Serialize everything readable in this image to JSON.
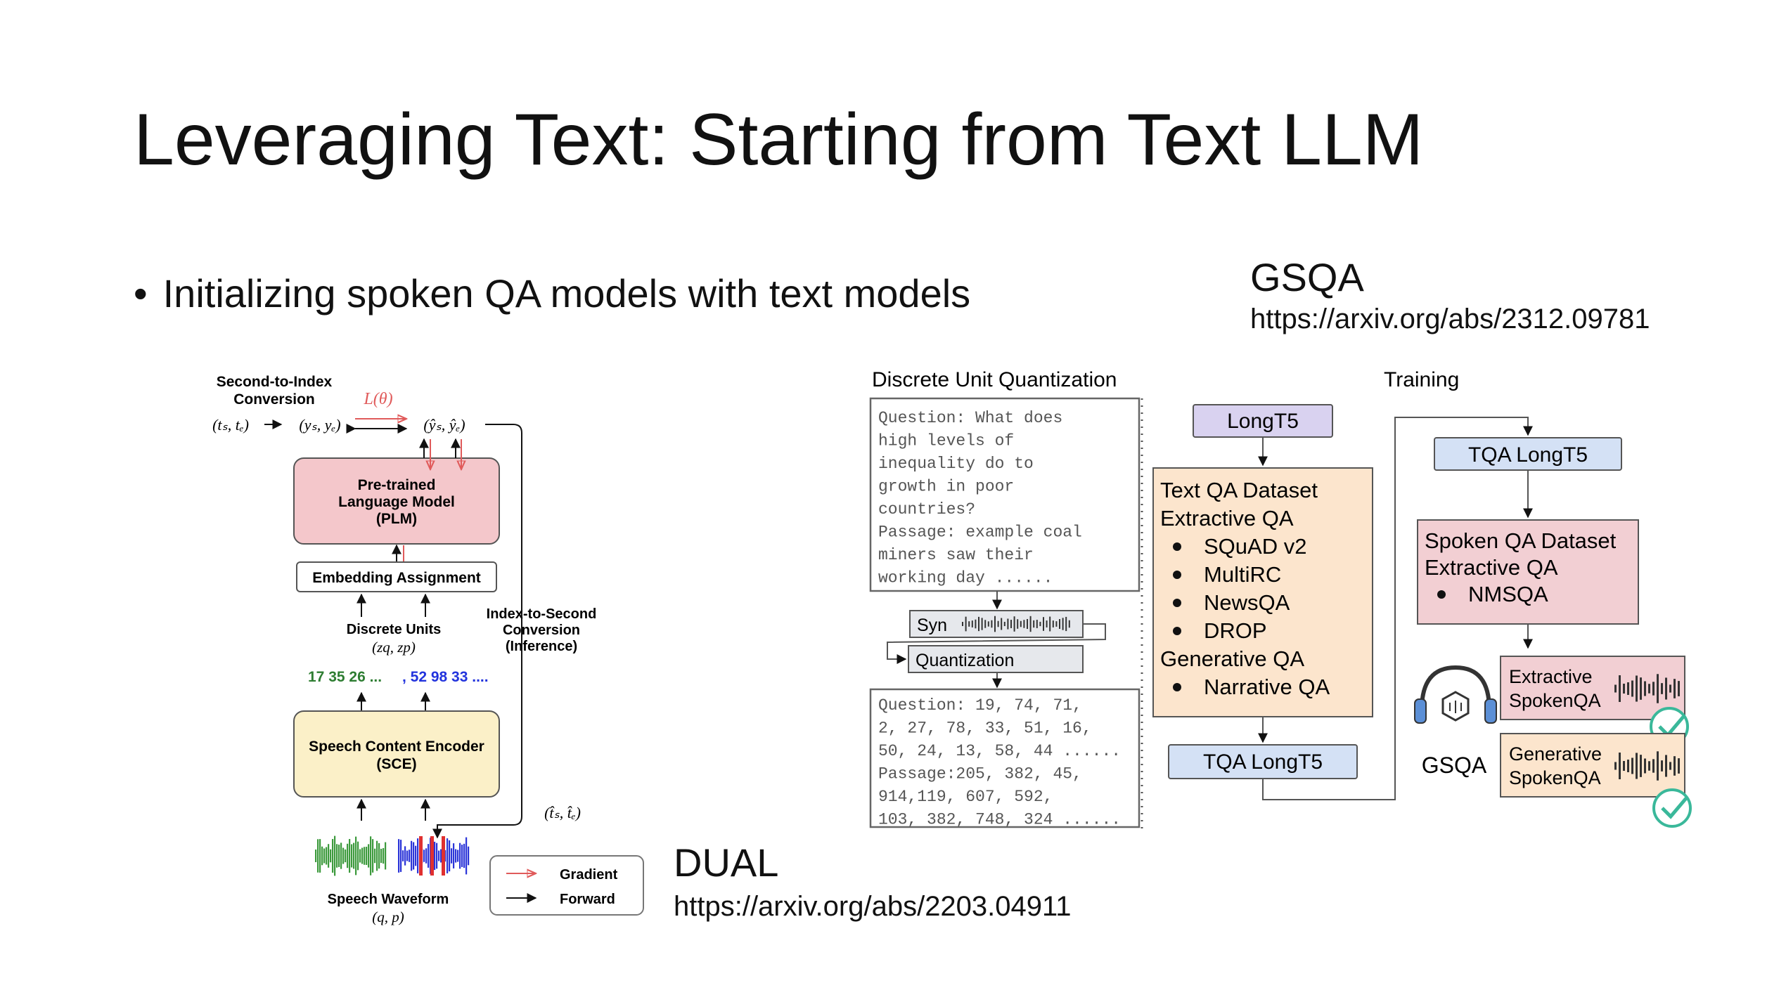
{
  "title": "Leveraging Text: Starting from Text LLM",
  "bullet": "Initializing spoken QA models with text models",
  "refs": {
    "gsqa": {
      "name": "GSQA",
      "url": "https://arxiv.org/abs/2312.09781"
    },
    "dual": {
      "name": "DUAL",
      "url": "https://arxiv.org/abs/2203.04911"
    }
  },
  "dual": {
    "sec2idx_line1": "Second-to-Index",
    "sec2idx_line2": "Conversion",
    "loss": "L(θ)",
    "ts_te": "(tₛ, tₑ)",
    "ys_ye": "(yₛ, yₑ)",
    "yhat": "(ŷₛ, ŷₑ)",
    "plm_line1": "Pre-trained",
    "plm_line2": "Language Model",
    "plm_line3": "(PLM)",
    "embedding": "Embedding Assignment",
    "units_label": "Discrete Units",
    "units_vars": "(zq, zp)",
    "units_green": "17 35 26 ...",
    "units_blue": ", 52 98 33 ....",
    "idx2sec_line1": "Index-to-Second",
    "idx2sec_line2": "Conversion",
    "idx2sec_line3": "(Inference)",
    "sce_line1": "Speech Content Encoder",
    "sce_line2": "(SCE)",
    "that": "(t̂ₛ, t̂ₑ)",
    "waveform_label": "Speech Waveform",
    "waveform_vars": "(q, p)",
    "legend_gradient": "Gradient",
    "legend_forward": "Forward"
  },
  "gsqa": {
    "dq_title": "Discrete Unit Quantization",
    "training_title": "Training",
    "q_text": [
      "Question: What does",
      "high levels of",
      "inequality do to",
      "growth in poor",
      "countries?",
      "Passage: example coal",
      "miners saw their",
      "working day ......"
    ],
    "syn": "Syn",
    "quantization": "Quantization",
    "q_units": [
      "Question: 19, 74, 71,",
      "2, 27, 78, 33, 51, 16,",
      "50, 24, 13, 58, 44 ......",
      "Passage:205, 382, 45,",
      "914,119, 607, 592,",
      "103, 382, 748, 324 ......"
    ],
    "longt5": "LongT5",
    "text_qa": {
      "title": "Text QA Dataset",
      "extractive": "Extractive QA",
      "extractive_items": [
        "SQuAD v2",
        "MultiRC",
        "NewsQA",
        "DROP"
      ],
      "generative": "Generative QA",
      "generative_items": [
        "Narrative QA"
      ]
    },
    "tqa_longt5_bottom": "TQA LongT5",
    "tqa_longt5_top": "TQA LongT5",
    "spoken_qa": {
      "title": "Spoken QA Dataset",
      "extractive": "Extractive QA",
      "items": [
        "NMSQA"
      ]
    },
    "model_name": "GSQA",
    "extractive_spokenqa": [
      "Extractive",
      "SpokenQA"
    ],
    "generative_spokenqa": [
      "Generative",
      "SpokenQA"
    ]
  },
  "colors": {
    "plm_fill": "#f4c7cb",
    "sce_fill": "#fbf0c8",
    "textqa_fill": "#fce5cd",
    "spokenqa_fill": "#f2cfd3",
    "longt5_fill": "#d9d2f0",
    "tqa_fill": "#d4e1f5",
    "gradient": "#e05a5a",
    "green_units": "#2e7d32",
    "blue_units": "#2233dd",
    "check": "#3ab89a"
  }
}
